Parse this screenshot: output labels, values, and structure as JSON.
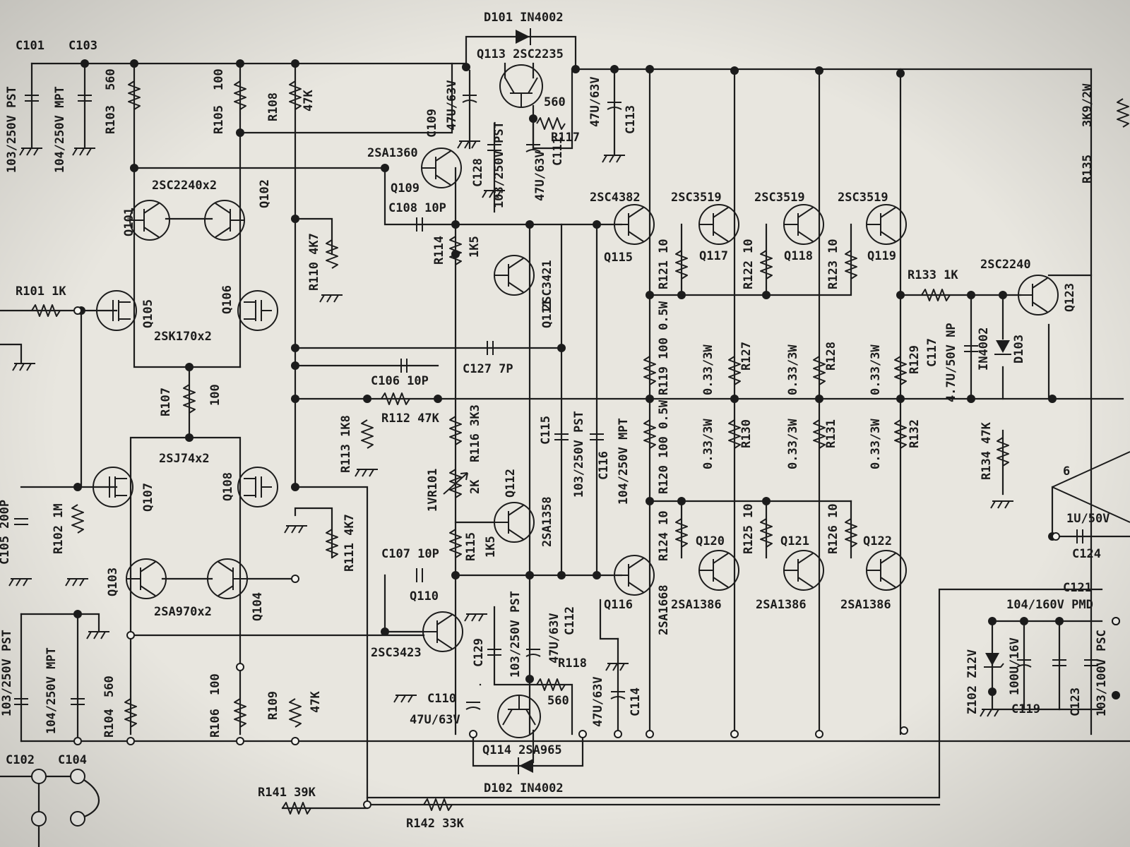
{
  "labels": {
    "C101": "C101",
    "C103": "C103",
    "C101_val": "103/250V PST",
    "C103_val": "104/250V MPT",
    "R103": "R103",
    "R103_val": "560",
    "R105": "R105",
    "R105_val": "100",
    "R108": "R108",
    "R108_val": "47K",
    "D101": "D101 IN4002",
    "Q113": "Q113 2SC2235",
    "C109": "C109",
    "C109_val": "47U/63V",
    "C128": "C128",
    "C128_val": "103/250V PST",
    "R117": "R117",
    "R117_val": "560",
    "C111": "C111",
    "C111_val": "47U/63V",
    "C113": "C113",
    "C113_val": "47U/63V",
    "Q109": "Q109",
    "Q109_type": "2SA1360",
    "Q101_102_type": "2SC2240x2",
    "Q101": "Q101",
    "Q102": "Q102",
    "C108": "C108 10P",
    "R114": "R114",
    "R114_val": "1K5",
    "Q111": "Q111",
    "Q111_type": "2SC3421",
    "Q115_type": "2SC4382",
    "Q115": "Q115",
    "Q117_type": "2SC3519",
    "Q118_type": "2SC3519",
    "Q119_type": "2SC3519",
    "Q117": "Q117",
    "Q118": "Q118",
    "Q119": "Q119",
    "R121": "R121 10",
    "R122": "R122 10",
    "R123": "R123 10",
    "R133": "R133 1K",
    "Q123_type": "2SC2240",
    "Q123": "Q123",
    "R135": "R135",
    "R135_val": "3K9/2W",
    "R110": "R110 4K7",
    "R101": "R101 1K",
    "Q105": "Q105",
    "Q106": "Q106",
    "Q105_106_type": "2SK170x2",
    "C127": "C127 7P",
    "C106": "C106 10P",
    "R119": "R119 100 0.5W",
    "R127": "R127",
    "R128": "R128",
    "R129": "R129",
    "ohm_033": "0.33/3W",
    "C117": "C117",
    "C117_val": "4.7U/50V NP",
    "D103": "D103",
    "D103_val": "IN4002",
    "R107": "R107",
    "R107_val": "100",
    "R112": "R112 47K",
    "R113": "R113 1K8",
    "R116": "R116 3K3",
    "C115": "C115",
    "C115_val": "103/250V PST",
    "C116": "C116",
    "C116_val": "104/250V MPT",
    "R120": "R120 100 0.5W",
    "R130": "R130",
    "R131": "R131",
    "R132": "R132",
    "R134": "R134 47K",
    "Q107_108_type": "2SJ74x2",
    "Q107": "Q107",
    "Q108": "Q108",
    "R102": "R102 1M",
    "C105": "C105 200P",
    "VR101": "1VR101",
    "VR101_val": "2K",
    "Q112": "Q112",
    "Q112_type": "2SA1358",
    "R111": "R111 4K7",
    "R115": "R115",
    "R115_val": "1K5",
    "C107": "C107 10P",
    "R124": "R124 10",
    "R125": "R125 10",
    "R126": "R126 10",
    "Q120": "Q120",
    "Q121": "Q121",
    "Q122": "Q122",
    "Q120_type": "2SA1386",
    "Q121_type": "2SA1386",
    "Q122_type": "2SA1386",
    "Q116": "Q116",
    "Q116_type": "2SA1668",
    "pin6": "6",
    "C124": "C124",
    "C124_val": "1U/50V",
    "C121": "C121",
    "C121_val": "104/160V PMD",
    "Q103": "Q103",
    "Q104": "Q104",
    "Q103_104_type": "2SA970x2",
    "Q110": "Q110",
    "Q110_type": "2SC3423",
    "C129": "C129",
    "C129_val": "103/250V PST",
    "C112": "C112",
    "C112_val": "47U/63V",
    "R118": "R118",
    "R118_val": "560",
    "C114": "C114",
    "C114_val": "47U/63V",
    "Z102": "Z102 Z12V",
    "C119": "C119",
    "C119_val": "100U/16V",
    "C123": "C123",
    "C123_val": "103/100V PSC",
    "C110": "C110",
    "C110_val": "47U/63V",
    "Q114": "Q114 2SA965",
    "D102": "D102 IN4002",
    "C102_val": "103/250V PST",
    "C104_val": "104/250V MPT",
    "R104": "R104",
    "R104_val": "560",
    "R106": "R106",
    "R106_val": "100",
    "R109": "R109",
    "R109_val": "47K",
    "C102": "C102",
    "C104": "C104",
    "R141": "R141 39K",
    "R142": "R142 33K"
  },
  "colors": {
    "ink": "#1c1c1c",
    "paper": "#e8e6df"
  }
}
